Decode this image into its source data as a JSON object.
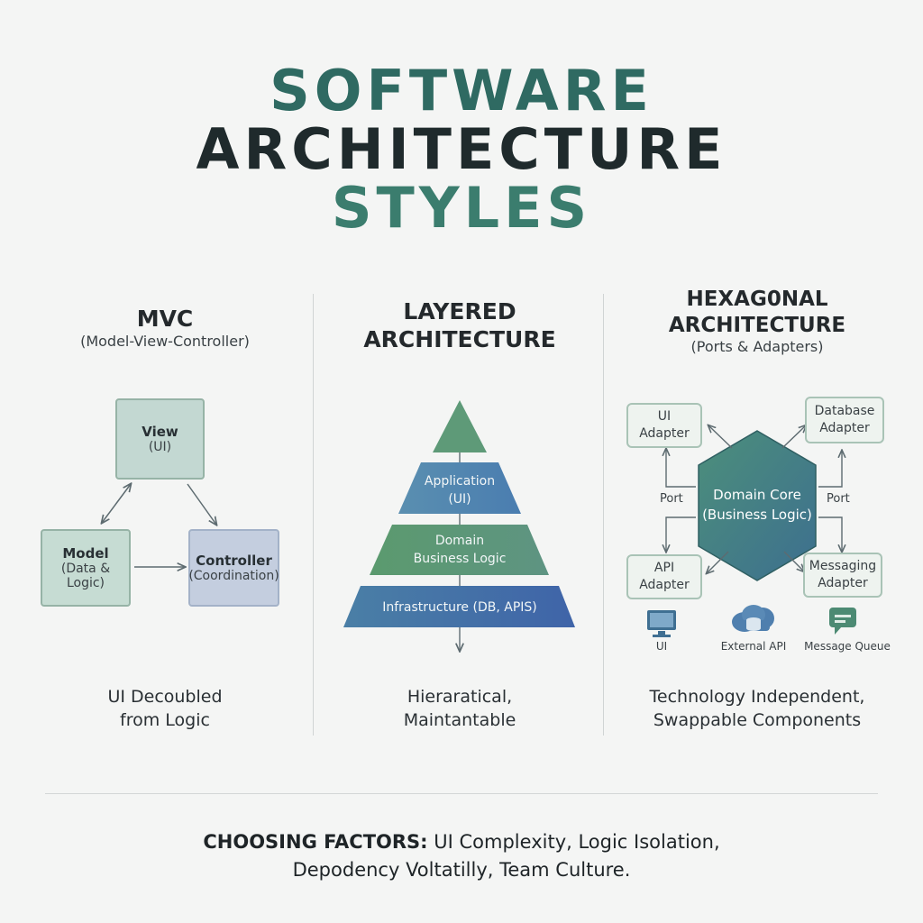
{
  "title": {
    "line1": "SOFTWARE",
    "line2": "ARCHITECTURE",
    "line3": "STYLES"
  },
  "mvc": {
    "heading": "MVC",
    "subheading": "(Model-View-Controller)",
    "view": {
      "name": "View",
      "detail": "(UI)"
    },
    "model": {
      "name": "Model",
      "detail": "(Data & Logic)"
    },
    "controller": {
      "name": "Controller",
      "detail": "(Coordination)"
    },
    "caption_line1": "UI Decoubled",
    "caption_line2": "from Logic"
  },
  "layered": {
    "heading_line1": "LAYERED",
    "heading_line2": "ARCHITECTURE",
    "application_line1": "Application",
    "application_line2": "(UI)",
    "domain_line1": "Domain",
    "domain_line2": "Business Logic",
    "infrastructure": "Infrastructure (DB, APIS)",
    "caption_line1": "Hieraratical,",
    "caption_line2": "Maintantable"
  },
  "hexagonal": {
    "heading_line1": "HEXAG0NAL",
    "heading_line2": "ARCHITECTURE",
    "subheading": "(Ports & Adapters)",
    "core_line1": "Domain Core",
    "core_line2": "(Business Logic)",
    "ui_adapter_line1": "UI",
    "ui_adapter_line2": "Adapter",
    "db_adapter_line1": "Database",
    "db_adapter_line2": "Adapter",
    "api_adapter_line1": "API",
    "api_adapter_line2": "Adapter",
    "msg_adapter_line1": "Messaging",
    "msg_adapter_line2": "Adapter",
    "port_left": "Port",
    "port_right": "Port",
    "icon_ui": "UI",
    "icon_api": "External API",
    "icon_queue": "Message Queue",
    "caption_line1": "Technology Independent,",
    "caption_line2": "Swappable Components"
  },
  "footer": {
    "label": "CHOOSING FACTORS:",
    "line1_text": " UI Complexity, Logic Isolation,",
    "line2": "Depodency Voltatilly, Team Culture."
  },
  "colors": {
    "title_green": "#2f6a62",
    "title_dark": "#1f2a2c",
    "title_teal": "#3b7d6e",
    "tier_green": "#5f9878",
    "tier_blue": "#4a7cae",
    "hex_fill": "#3e7a7a"
  },
  "icons": [
    "monitor-icon",
    "cloud-database-icon",
    "chat-bubble-icon"
  ]
}
